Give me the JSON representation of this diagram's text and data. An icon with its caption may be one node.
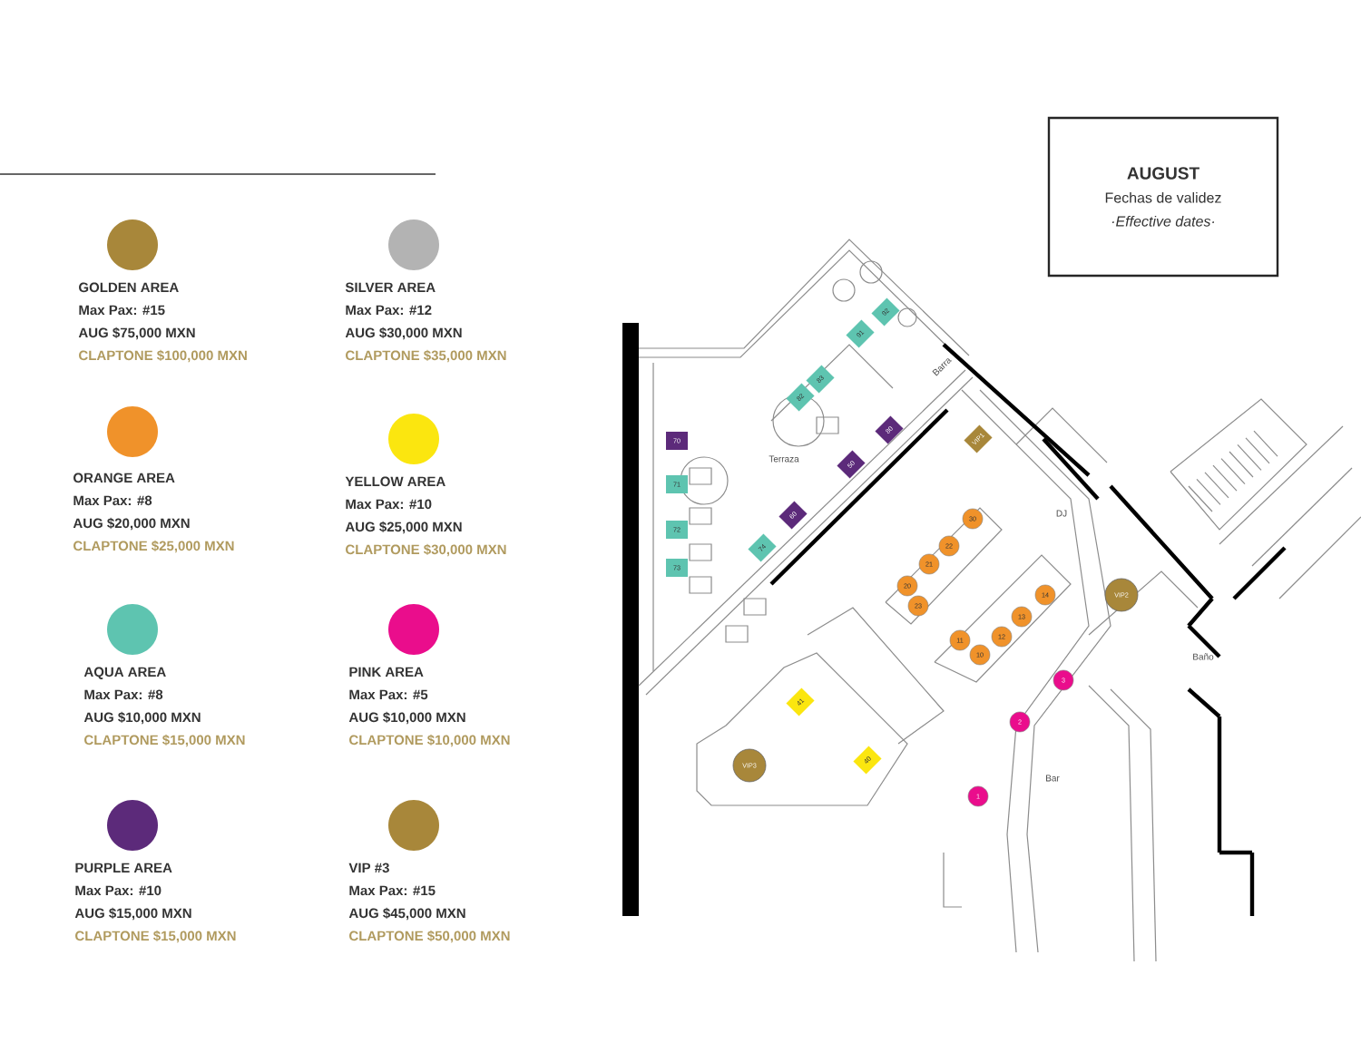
{
  "diagram": {
    "nodes": [
      {
        "text": [
          "AUGUST",
          "Fechas de validez",
          "·Effective dates·"
        ]
      }
    ],
    "legend": [
      {
        "text": "GOLDEN AREA",
        "color": "#a8873a"
      },
      {
        "text": "SILVER AREA",
        "color": "#b3b3b3"
      },
      {
        "text": "ORANGE AREA",
        "color": "#f0922a"
      },
      {
        "text": "YELLOW AREA",
        "color": "#fbe60f"
      },
      {
        "text": "AQUA AREA",
        "color": "#5ec4b0"
      },
      {
        "text": "PINK AREA",
        "color": "#ea0d8c"
      },
      {
        "text": "PURPLE AREA",
        "color": "#5c2a7a"
      },
      {
        "text": "VIP #3",
        "color": "#a8873a"
      }
    ],
    "labels": [
      "Max Pax: #15",
      "AUG $75,000 MXN",
      "CLAPTONE $100,000 MXN",
      "Max Pax: #12",
      "AUG $30,000 MXN",
      "CLAPTONE $35,000 MXN",
      "Max Pax: #8",
      "AUG $20,000 MXN",
      "CLAPTONE $25,000 MXN",
      "Max Pax: #10",
      "AUG $25,000 MXN",
      "CLAPTONE $30,000 MXN",
      "Max Pax: #8",
      "AUG $10,000 MXN",
      "CLAPTONE $15,000 MXN",
      "Max Pax: #5",
      "AUG $10,000 MXN",
      "CLAPTONE $10,000 MXN",
      "Max Pax: #10",
      "AUG $15,000 MXN",
      "CLAPTONE $15,000 MXN",
      "Max Pax: #15",
      "AUG $45,000 MXN",
      "CLAPTONE $50,000 MXN",
      "Terraza",
      "Barra",
      "DJ",
      "Baño",
      "Bar",
      "92",
      "91",
      "83",
      "82",
      "70",
      "71",
      "72",
      "73",
      "74",
      "60",
      "50",
      "80",
      "VIP1",
      "30",
      "22",
      "21",
      "20",
      "23",
      "11",
      "10",
      "12",
      "13",
      "14",
      "VIP2",
      "3",
      "2",
      "1",
      "41",
      "40",
      "VIP3"
    ]
  }
}
